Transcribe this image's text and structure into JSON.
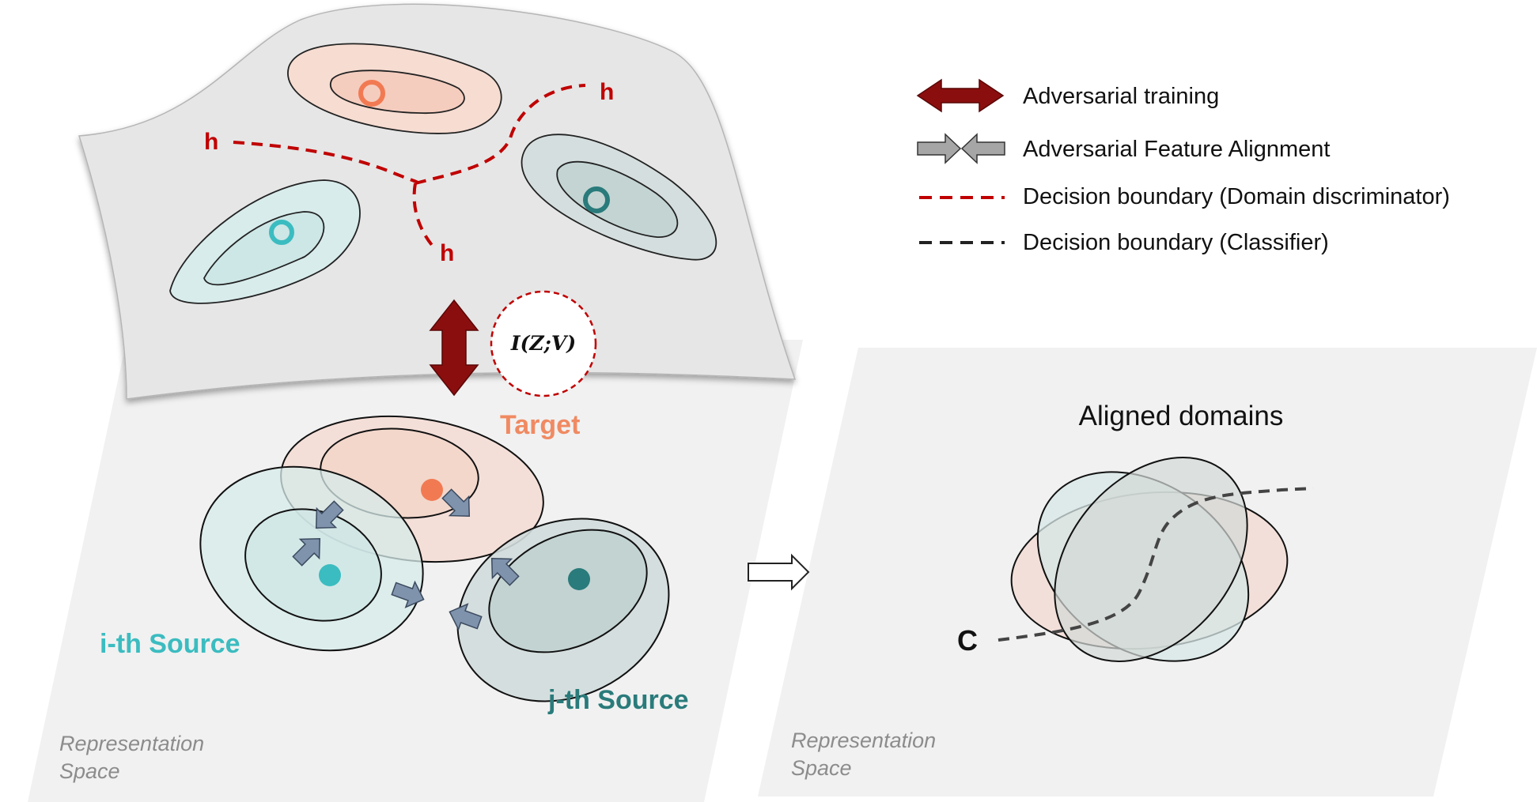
{
  "legend": {
    "items": [
      {
        "label": "Adversarial training",
        "symbol": "dark-red-double-arrow-icon",
        "color": "#8b0e0e"
      },
      {
        "label": "Adversarial Feature Alignment",
        "symbol": "gray-converging-arrows-icon",
        "color": "#a6a6a6"
      },
      {
        "label": "Decision boundary (Domain discriminator)",
        "symbol": "red-dashed-line-icon",
        "color": "#c00000"
      },
      {
        "label": "Decision boundary (Classifier)",
        "symbol": "black-dashed-line-icon",
        "color": "#222222"
      }
    ]
  },
  "top_manifold": {
    "boundary_label": "h",
    "domain_colors": {
      "target": "#f27a52",
      "source_i": "#3bbcc0",
      "source_j": "#2a7b7b"
    }
  },
  "mi_label": "I(Z;V)",
  "left_panel": {
    "target_label": "Target",
    "source_i_label": "i-th Source",
    "source_j_label": "j-th Source",
    "space_label_line1": "Representation",
    "space_label_line2": "Space"
  },
  "right_panel": {
    "title": "Aligned domains",
    "classifier_label": "C",
    "space_label_line1": "Representation",
    "space_label_line2": "Space"
  },
  "colors": {
    "target_fill": "#f5dcd3",
    "source_i_fill": "#d5ebea",
    "source_j_fill": "#d0dcdb",
    "arrow_gray": "#7f93ad",
    "plane": "#f1f1f1",
    "manifold": "#e6e6e6"
  }
}
